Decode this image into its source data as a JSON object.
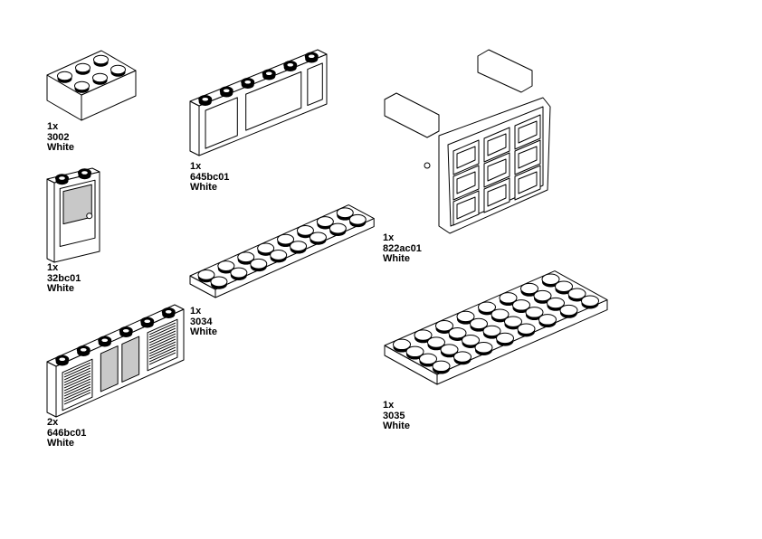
{
  "parts": [
    {
      "id": "p3002",
      "qty": "1x",
      "part": "3002",
      "color": "White"
    },
    {
      "id": "p32bc01",
      "qty": "1x",
      "part": "32bc01",
      "color": "White"
    },
    {
      "id": "p646bc01",
      "qty": "2x",
      "part": "646bc01",
      "color": "White"
    },
    {
      "id": "p645bc01",
      "qty": "1x",
      "part": "645bc01",
      "color": "White"
    },
    {
      "id": "p3034",
      "qty": "1x",
      "part": "3034",
      "color": "White"
    },
    {
      "id": "p822ac01",
      "qty": "1x",
      "part": "822ac01",
      "color": "White"
    },
    {
      "id": "p3035",
      "qty": "1x",
      "part": "3035",
      "color": "White"
    }
  ],
  "colors": {
    "part_fill": "#ffffff",
    "stroke": "#000000",
    "glass": "#c8c8c8"
  }
}
